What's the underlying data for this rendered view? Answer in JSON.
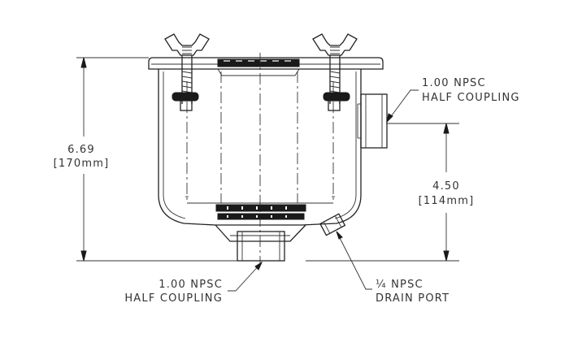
{
  "annotations": {
    "overall_height": {
      "inches": "6.69",
      "mm": "[170mm]"
    },
    "coupling_height": {
      "inches": "4.50",
      "mm": "[114mm]"
    },
    "side_coupling": {
      "line1": "1.00 NPSC",
      "line2": "HALF COUPLING"
    },
    "bottom_coupling": {
      "line1": "1.00 NPSC",
      "line2": "HALF COUPLING"
    },
    "drain_port": {
      "line1": "¼ NPSC",
      "line2": "DRAIN PORT"
    }
  }
}
